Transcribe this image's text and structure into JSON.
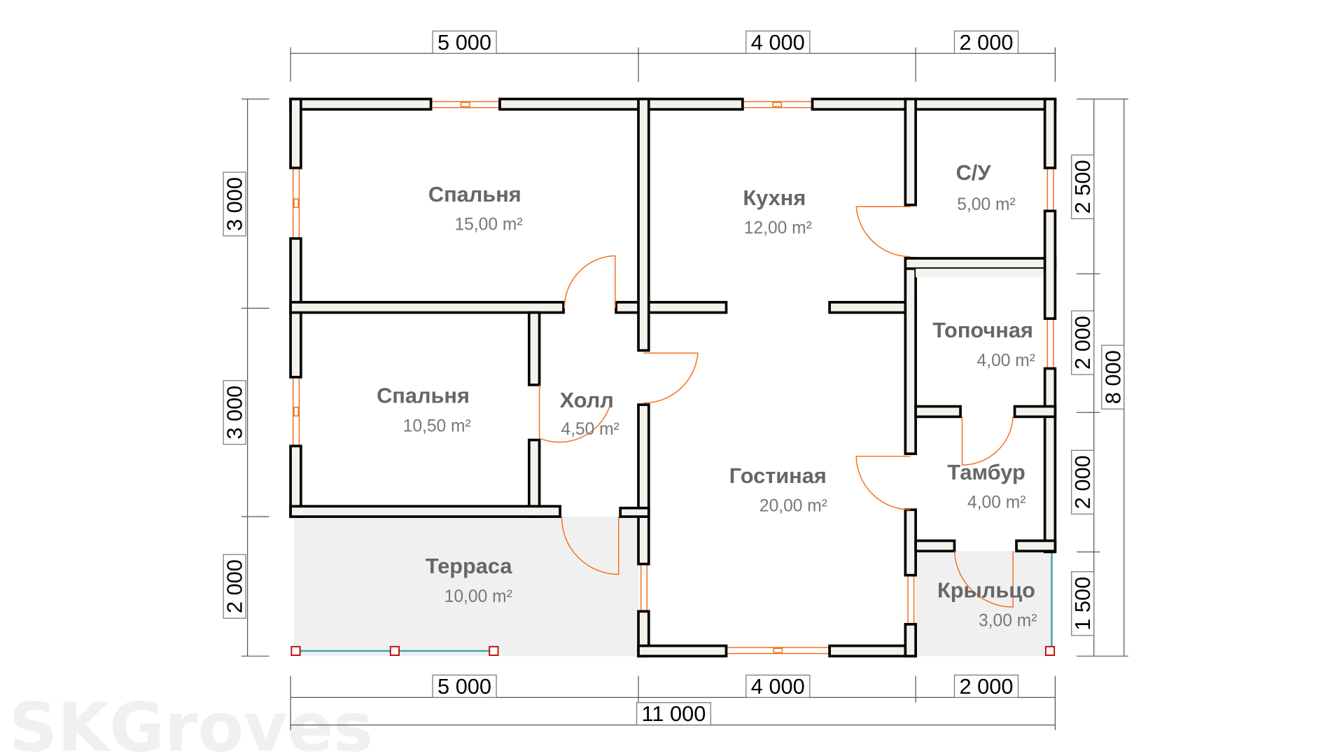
{
  "rooms": [
    {
      "name": "Спальня",
      "area": "15,00 m²"
    },
    {
      "name": "Кухня",
      "area": "12,00 m²"
    },
    {
      "name": "С/У",
      "area": "5,00 m²"
    },
    {
      "name": "Топочная",
      "area": "4,00 m²"
    },
    {
      "name": "Холл",
      "area": "4,50 m²"
    },
    {
      "name": "Спальня",
      "area": "10,50 m²"
    },
    {
      "name": "Гостиная",
      "area": "20,00 m²"
    },
    {
      "name": "Тамбур",
      "area": "4,00 m²"
    },
    {
      "name": "Терраса",
      "area": "10,00 m²"
    },
    {
      "name": "Крыльцо",
      "area": "3,00 m²"
    }
  ],
  "dimensions": {
    "top": [
      "5 000",
      "4 000",
      "2 000"
    ],
    "bottom": [
      "5 000",
      "4 000",
      "2 000"
    ],
    "total_width": "11 000",
    "left": [
      "3 000",
      "3 000",
      "2 000"
    ],
    "right": [
      "2 500",
      "2 000",
      "2 000",
      "1 500"
    ],
    "total_depth": "8 000"
  },
  "watermark": "SKGroves",
  "colors": {
    "wall": "#f4f2ec",
    "door_window": "#f07020",
    "terrace": "#f0f0f0",
    "railing": "#3aa8a8",
    "post": "#c00000"
  }
}
